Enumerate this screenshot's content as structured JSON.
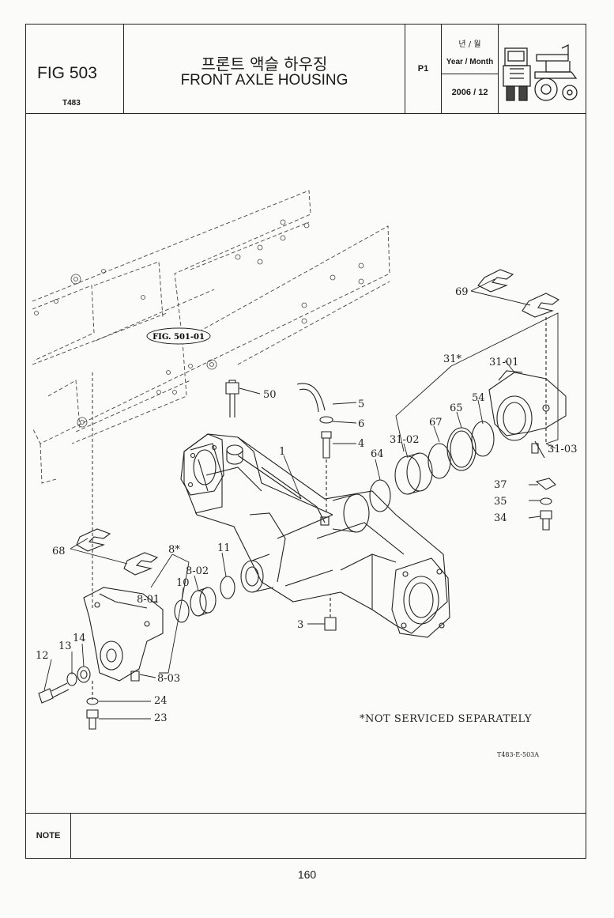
{
  "header": {
    "fig_number": "FIG 503",
    "model": "T483",
    "title_korean": "프론트 액슬 하우징",
    "title_english": "FRONT AXLE HOUSING",
    "page_code": "P1",
    "date_label_korean": "년 / 월",
    "date_label": "Year / Month",
    "date_value": "2006 / 12"
  },
  "drawing": {
    "reference_label": "FIG. 501-01",
    "callouts": [
      "69",
      "31*",
      "31-01",
      "50",
      "5",
      "6",
      "4",
      "54",
      "65",
      "67",
      "31-02",
      "64",
      "1",
      "31-03",
      "37",
      "35",
      "34",
      "68",
      "8*",
      "11",
      "8-02",
      "10",
      "8-01",
      "3",
      "13",
      "14",
      "12",
      "8-03",
      "24",
      "23"
    ],
    "footnote": "*NOT SERVICED SEPARATELY",
    "drawing_code": "T483-E-503A"
  },
  "note": {
    "label": "NOTE"
  },
  "footer": {
    "page_number": "160"
  }
}
